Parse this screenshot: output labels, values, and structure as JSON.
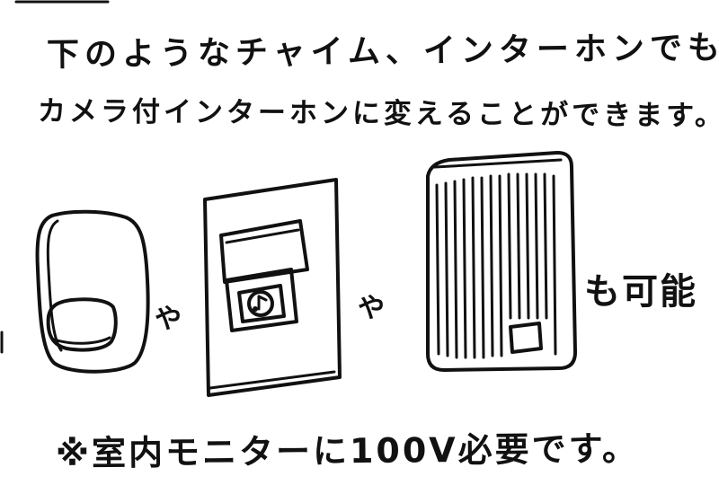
{
  "header": {
    "line1": "下のようなチャイム、インターホンでも",
    "line2": "カメラ付インターホンに変えることができます。"
  },
  "devices": {
    "separator_1": "や",
    "separator_2": "や",
    "tail_label": "も可能"
  },
  "footer": {
    "note": "※室内モニターに100V必要です。"
  }
}
